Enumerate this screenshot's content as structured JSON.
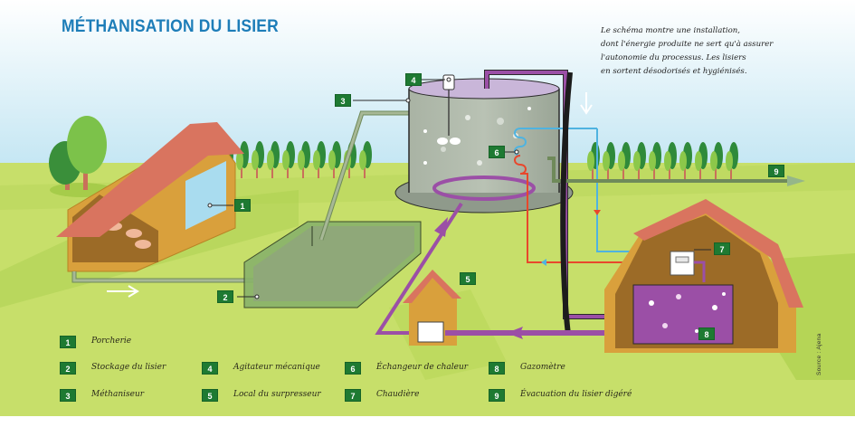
{
  "title": "MÉTHANISATION DU LISIER",
  "intro_lines": [
    "Le schéma montre une installation,",
    "dont l'énergie produite ne sert qu'à assurer",
    "l'autonomie du processus. Les lisiers",
    "en sortent désodorisés et hygiénisés."
  ],
  "colors": {
    "title": "#1d7db8",
    "badge": "#1e7a32",
    "sky_top": "#ffffff",
    "sky_bottom": "#bfe4f2",
    "grass": "#c7df6a",
    "roof": "#d9745f",
    "wood": "#d9a03c",
    "biogas_pipe": "#9b4fa6",
    "hot_water": "#e8472c",
    "cold_water": "#4fb3e0"
  },
  "callouts": [
    "1",
    "2",
    "3",
    "4",
    "5",
    "6",
    "7",
    "8",
    "9"
  ],
  "legend": [
    {
      "num": "1",
      "label": "Porcherie"
    },
    {
      "num": "2",
      "label": "Stockage du lisier"
    },
    {
      "num": "3",
      "label": "Méthaniseur"
    },
    {
      "num": "4",
      "label": "Agitateur mécanique"
    },
    {
      "num": "5",
      "label": "Local du surpresseur"
    },
    {
      "num": "6",
      "label": "Échangeur de chaleur"
    },
    {
      "num": "7",
      "label": "Chaudière"
    },
    {
      "num": "8",
      "label": "Gazomètre"
    },
    {
      "num": "9",
      "label": "Évacuation du lisier digéré"
    }
  ],
  "source": "Source : Ajena"
}
